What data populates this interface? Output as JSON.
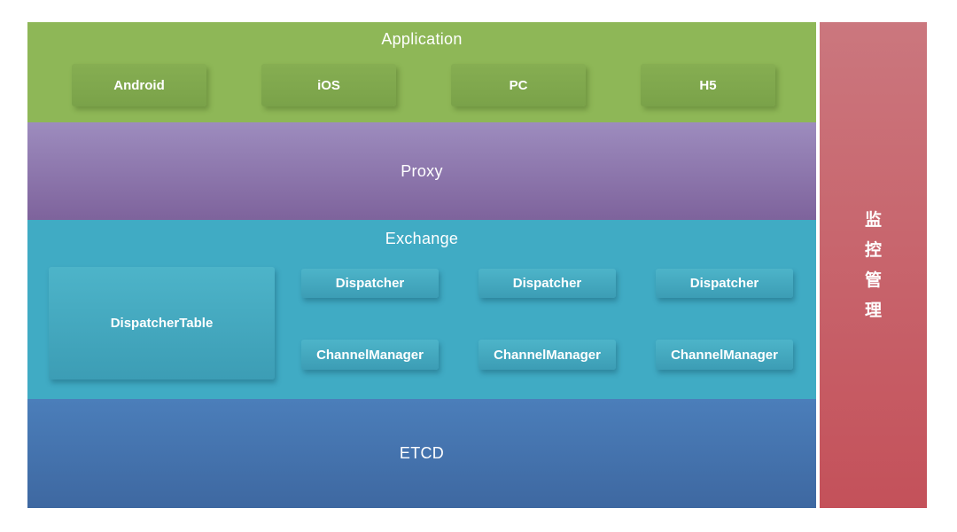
{
  "diagram": {
    "application": {
      "title": "Application",
      "boxes": [
        "Android",
        "iOS",
        "PC",
        "H5"
      ]
    },
    "proxy": {
      "title": "Proxy"
    },
    "exchange": {
      "title": "Exchange",
      "dispatcher_table": "DispatcherTable",
      "dispatchers": [
        "Dispatcher",
        "Dispatcher",
        "Dispatcher"
      ],
      "channel_managers": [
        "ChannelManager",
        "ChannelManager",
        "ChannelManager"
      ]
    },
    "etcd": {
      "title": "ETCD"
    },
    "monitor": {
      "label": "监控管理",
      "chars": [
        "监",
        "控",
        "管",
        "理"
      ]
    },
    "colors": {
      "application_green": "#8eb757",
      "application_box_green": "#7aa249",
      "proxy_purple_top": "#9d8cbe",
      "proxy_purple_bottom": "#7e639c",
      "exchange_teal": "#40abc4",
      "exchange_box_teal": "#3c9db5",
      "etcd_blue_top": "#4b7eba",
      "etcd_blue_bottom": "#3e68a1",
      "monitor_red_top": "#cb777e",
      "monitor_red_bottom": "#c4515a",
      "text": "#ffffff"
    }
  }
}
